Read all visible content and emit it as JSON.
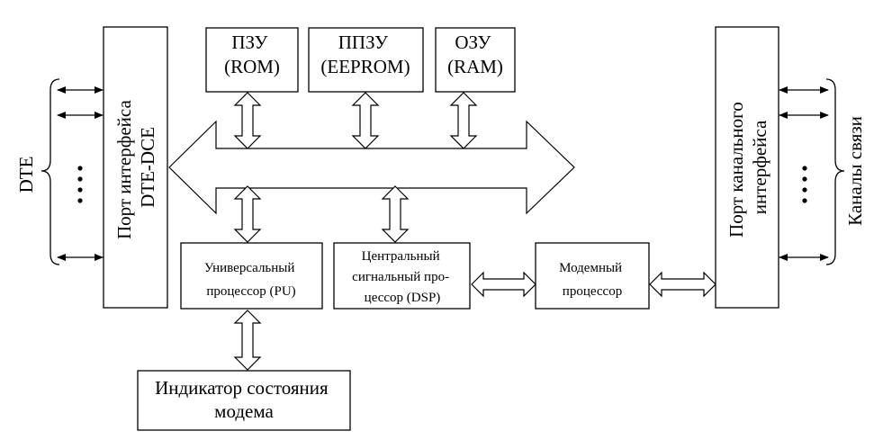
{
  "left_group_label": "DTE",
  "right_group_label": "Каналы связи",
  "dte_port": {
    "line1": "Порт интерфейса",
    "line2": "DTE-DCE"
  },
  "channel_port": {
    "line1": "Порт канального",
    "line2": "интерфейса"
  },
  "rom": {
    "line1": "ПЗУ",
    "line2": "(ROM)"
  },
  "eeprom": {
    "line1": "ППЗУ",
    "line2": "(EEPROM)"
  },
  "ram": {
    "line1": "ОЗУ",
    "line2": "(RAM)"
  },
  "pu": {
    "line1": "Универсальный",
    "line2": "процессор (PU)"
  },
  "dsp": {
    "line1": "Центральный",
    "line2": "сигнальный про-",
    "line3": "цессор (DSP)"
  },
  "modem_proc": {
    "line1": "Модемный",
    "line2": "процессор"
  },
  "status_indicator": {
    "line1": "Индикатор состояния",
    "line2": "модема"
  },
  "ellipsis": "…"
}
